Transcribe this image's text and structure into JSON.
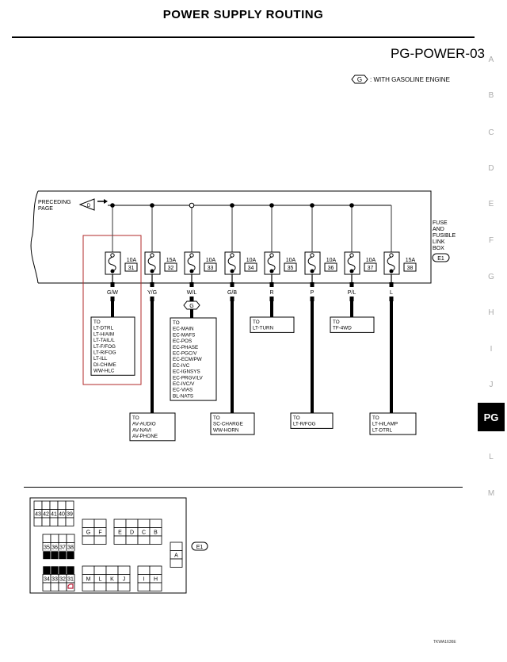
{
  "header": {
    "title": "POWER SUPPLY ROUTING",
    "diagram_code": "PG-POWER-03",
    "legend_symbol": "G",
    "legend_text": ": WITH GASOLINE ENGINE"
  },
  "side_index": {
    "letters": [
      "A",
      "B",
      "C",
      "D",
      "E",
      "F",
      "G",
      "H",
      "I",
      "J",
      "PG",
      "L",
      "M"
    ],
    "active": "PG"
  },
  "diagram": {
    "preceding_page_label_1": "PRECEDING",
    "preceding_page_label_2": "PAGE",
    "preceding_connector": "D",
    "box_label": [
      "FUSE",
      "AND",
      "FUSIBLE",
      "LINK",
      "BOX"
    ],
    "box_connector": "E1",
    "fuses": [
      {
        "amp": "10A",
        "num": "31",
        "wire": "G/W",
        "junction": "filled"
      },
      {
        "amp": "15A",
        "num": "32",
        "wire": "Y/G",
        "junction": "filled"
      },
      {
        "amp": "10A",
        "num": "33",
        "wire": "W/L",
        "junction": "open",
        "condition": "G"
      },
      {
        "amp": "10A",
        "num": "34",
        "wire": "G/B",
        "junction": "filled"
      },
      {
        "amp": "10A",
        "num": "35",
        "wire": "R",
        "junction": "filled"
      },
      {
        "amp": "10A",
        "num": "36",
        "wire": "P",
        "junction": "filled"
      },
      {
        "amp": "10A",
        "num": "37",
        "wire": "P/L",
        "junction": "filled"
      },
      {
        "amp": "15A",
        "num": "38",
        "wire": "L",
        "junction": "none"
      }
    ],
    "destinations": {
      "f31": [
        "TO",
        "LT-DTRL",
        "LT-H/AIM",
        "LT-TAIL/L",
        "LT-F/FOG",
        "LT-R/FOG",
        "LT-ILL",
        "DI-CHIME",
        "WW-HLC"
      ],
      "f32": [
        "TO",
        "AV-AUDIO",
        "AV-NAVI",
        "AV-PHONE"
      ],
      "f33": [
        "TO",
        "EC-MAIN",
        "EC-MAFS",
        "EC-POS",
        "EC-PHASE",
        "EC-PGC/V",
        "EC-ECM/PW",
        "EC-IVC",
        "EC-IGNSYS",
        "EC-PRGV/LV",
        "EC-IVC/V",
        "EC-VIAS",
        "BL-NATS"
      ],
      "f34": [
        "TO",
        "SC-CHARGE",
        "WW-HORN"
      ],
      "f35": [
        "TO",
        "LT-TURN"
      ],
      "f36": [
        "TO",
        "LT-R/FOG"
      ],
      "f37": [
        "TO",
        "TF-4WD"
      ],
      "f38": [
        "TO",
        "LT-H/LAMP",
        "LT-DTRL"
      ]
    }
  },
  "box_layout": {
    "top_row": [
      "43",
      "42",
      "41",
      "40",
      "39"
    ],
    "mid_row": [
      "35",
      "36",
      "37",
      "38"
    ],
    "bot_row": [
      "34",
      "33",
      "32",
      "31"
    ],
    "gf": [
      "G",
      "F"
    ],
    "edcb": [
      "E",
      "D",
      "C",
      "B"
    ],
    "mljk": [
      "M",
      "L",
      "K",
      "J"
    ],
    "ih": [
      "I",
      "H"
    ],
    "a": "A",
    "connector": "E1",
    "highlight_color": "#c0203a"
  },
  "footer": {
    "figure_code": "TKWA1636E"
  },
  "colors": {
    "highlight": "#b02a2a",
    "bus": "#555555"
  }
}
